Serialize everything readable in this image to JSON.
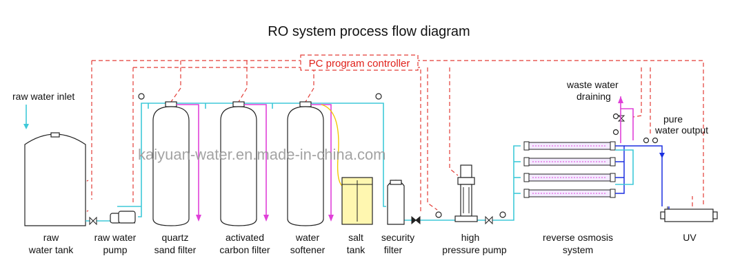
{
  "title": "RO system process flow diagram",
  "controller": "PC program controller",
  "watermark": "kaiyuan-water.en.made-in-china.com",
  "labels": {
    "raw_water_inlet": "raw water inlet",
    "waste_water_1": "waste water",
    "waste_water_2": "draining",
    "pure_water_1": "pure",
    "pure_water_2": "water output",
    "raw_tank_1": "raw",
    "raw_tank_2": "water tank",
    "raw_pump_1": "raw water",
    "raw_pump_2": "pump",
    "quartz_1": "quartz",
    "quartz_2": "sand filter",
    "carbon_1": "activated",
    "carbon_2": "carbon filter",
    "softener_1": "water",
    "softener_2": "softener",
    "salt_1": "salt",
    "salt_2": "tank",
    "security_1": "security",
    "security_2": "filter",
    "hp_pump_1": "high",
    "hp_pump_2": "pressure pump",
    "ro_1": "reverse osmosis",
    "ro_2": "system",
    "uv": "UV"
  },
  "colors": {
    "control_line": "#e33b35",
    "raw_water_line": "#3ec9d8",
    "backwash_line": "#e040d8",
    "pure_water_line": "#1a2fe0",
    "salt_tank": "#fff7b0"
  }
}
